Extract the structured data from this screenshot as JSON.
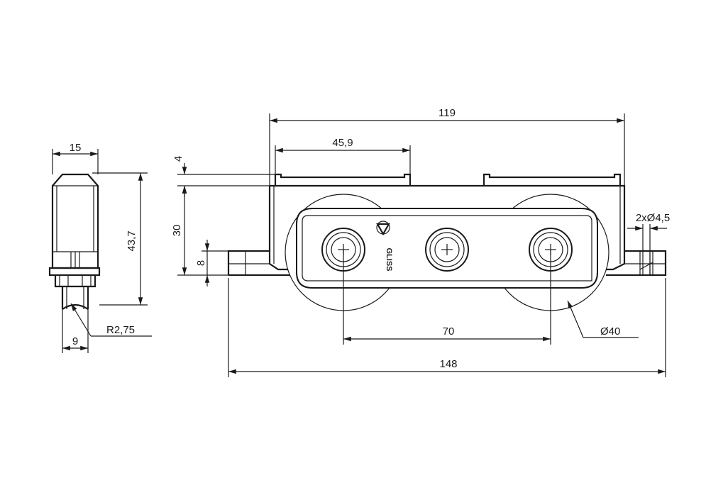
{
  "drawing": {
    "side_view": {
      "width_label": "15",
      "height_label": "43,7",
      "bottom_width_label": "9",
      "radius_label": "R2,75"
    },
    "front_view": {
      "overall_top_label": "119",
      "top_segment_label": "45,9",
      "thickness_label": "4",
      "height_label": "30",
      "base_height_label": "8",
      "hole_label": "2xØ4,5",
      "wheel_spacing_label": "70",
      "wheel_diameter_label": "Ø40",
      "overall_width_label": "148",
      "brand_text": "GLISS"
    }
  }
}
